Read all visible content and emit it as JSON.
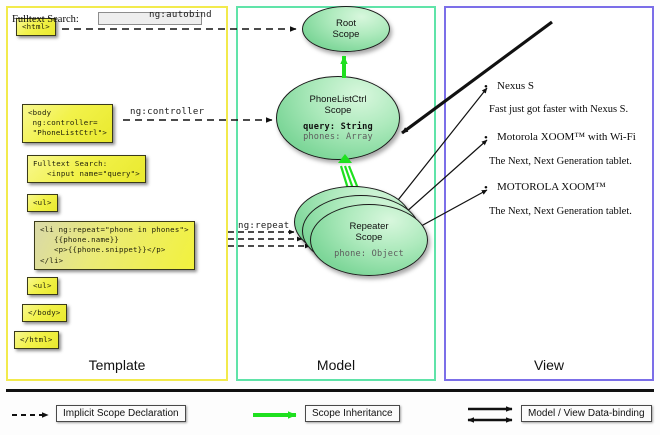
{
  "columns": [
    {
      "id": "template",
      "label": "Template",
      "border_color": "#f2ea4c"
    },
    {
      "id": "model",
      "label": "Model",
      "border_color": "#5fe3a8"
    },
    {
      "id": "view",
      "label": "View",
      "border_color": "#7b6ee8"
    }
  ],
  "template": {
    "boxes": [
      {
        "name": "html-open-tag",
        "text": "<html>"
      },
      {
        "name": "body-tag",
        "text": "<body\n ng:controller=\n \"PhoneListCtrl\">"
      },
      {
        "name": "fulltext-search",
        "text": "Fulltext Search:\n   <input name=\"query\">"
      },
      {
        "name": "ul-open-tag",
        "text": "<ul>"
      },
      {
        "name": "li-repeat",
        "text": "<li ng:repeat=\"phone in phones\">\n   {{phone.name}}\n   <p>{{phone.snippet}}</p>\n</li>"
      },
      {
        "name": "ul-close-tag",
        "text": "<ul>"
      },
      {
        "name": "body-close-tag",
        "text": "</body>"
      },
      {
        "name": "html-close-tag",
        "text": "</html>"
      }
    ]
  },
  "model": {
    "scopes": [
      {
        "name": "root-scope",
        "line1": "Root",
        "line2": "Scope"
      },
      {
        "name": "phonelistctrl-scope",
        "line1": "PhoneListCtrl",
        "line2": "Scope",
        "prop1": "query: String",
        "prop2": "phones: Array"
      },
      {
        "name": "repeater-scope",
        "line1": "Repeater",
        "line2": "Scope",
        "prop1": "phone: Object"
      }
    ]
  },
  "view": {
    "search_label": "Fulltext Search:",
    "search_value": "",
    "search_placeholder": "",
    "phones": [
      {
        "name": "Nexus S",
        "snippet": "Fast just got faster with Nexus S."
      },
      {
        "name": "Motorola XOOM™  with Wi-Fi",
        "snippet": "The Next, Next Generation tablet."
      },
      {
        "name": "MOTOROLA XOOM™",
        "snippet": "The Next, Next Generation tablet."
      }
    ]
  },
  "edges": [
    {
      "name": "ng-autobind",
      "label": "ng:autobind"
    },
    {
      "name": "ng-controller",
      "label": "ng:controller"
    },
    {
      "name": "ng-repeat",
      "label": "ng:repeat"
    }
  ],
  "legend": [
    {
      "name": "implicit-scope-declaration",
      "label": "Implicit Scope Declaration",
      "style": "dashed-black"
    },
    {
      "name": "scope-inheritance",
      "label": "Scope Inheritance",
      "style": "solid-green"
    },
    {
      "name": "model-view-data-binding",
      "label": "Model / View Data-binding",
      "style": "double-black"
    }
  ],
  "colors": {
    "template_border": "#f2ea4c",
    "model_border": "#5fe3a8",
    "view_border": "#7b6ee8",
    "scope_green": "#7fd79a",
    "inheritance_green": "#1fe01f",
    "code_yellow": "#f2f24a"
  }
}
